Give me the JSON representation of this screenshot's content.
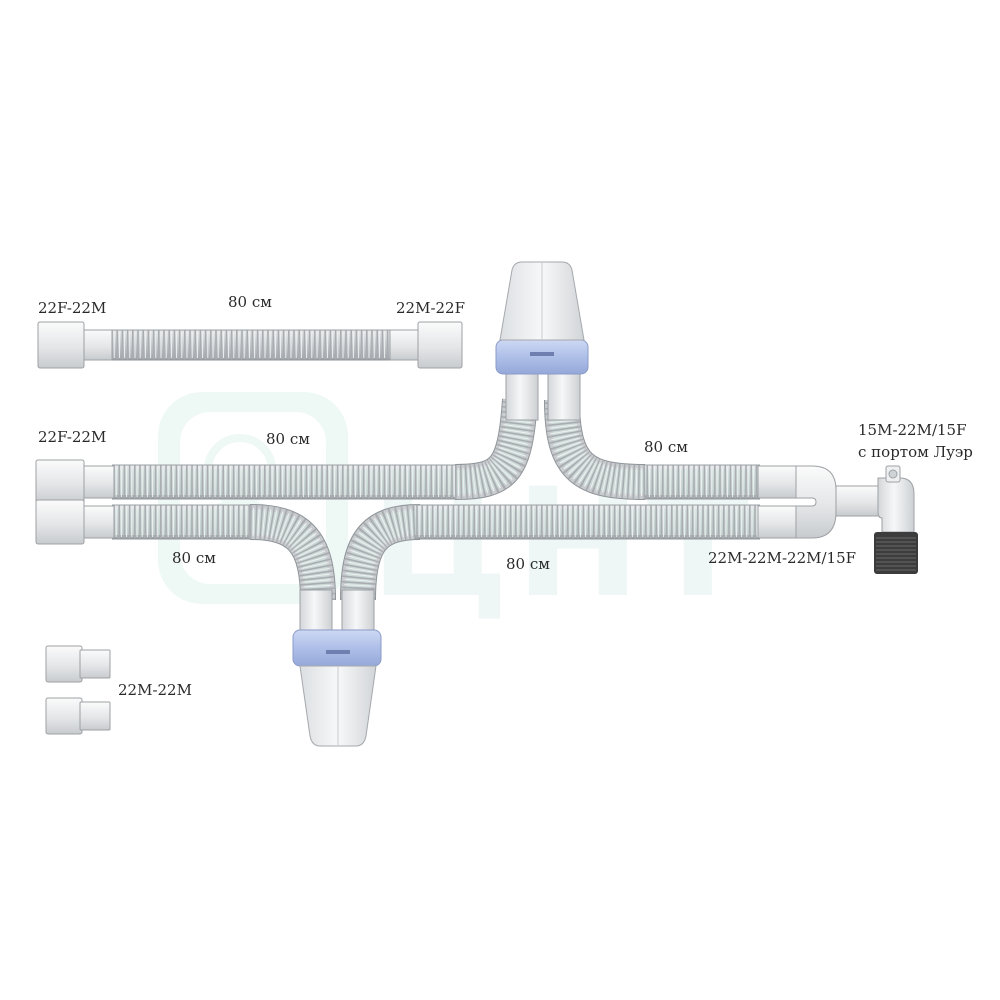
{
  "labels": {
    "tube1_left": "22F-22M",
    "tube1_length": "80 см",
    "tube1_right": "22M-22F",
    "circuit_left": "22F-22M",
    "insp_length_left": "80 см",
    "insp_length_right": "80 см",
    "exp_length_left": "80 см",
    "exp_length_right": "80 см",
    "ypiece_line1": "15M-22M/15F",
    "ypiece_line2": "с портом Луэр",
    "ypiece_bottom": "22M-22M-22M/15F",
    "adapter": "22M-22M"
  },
  "watermark": {
    "text": "ЦНТ",
    "icon": "medical-logo-icon",
    "color": "#7fc8b4"
  },
  "colors": {
    "tube_gray": "#c9cccf",
    "tube_rib": "#a9adb1",
    "tube_green": "#cfe5de",
    "cuff_white": "#f2f3f4",
    "collar_blue": "#b9c8ec",
    "connector_dark": "#3c3c3c"
  }
}
